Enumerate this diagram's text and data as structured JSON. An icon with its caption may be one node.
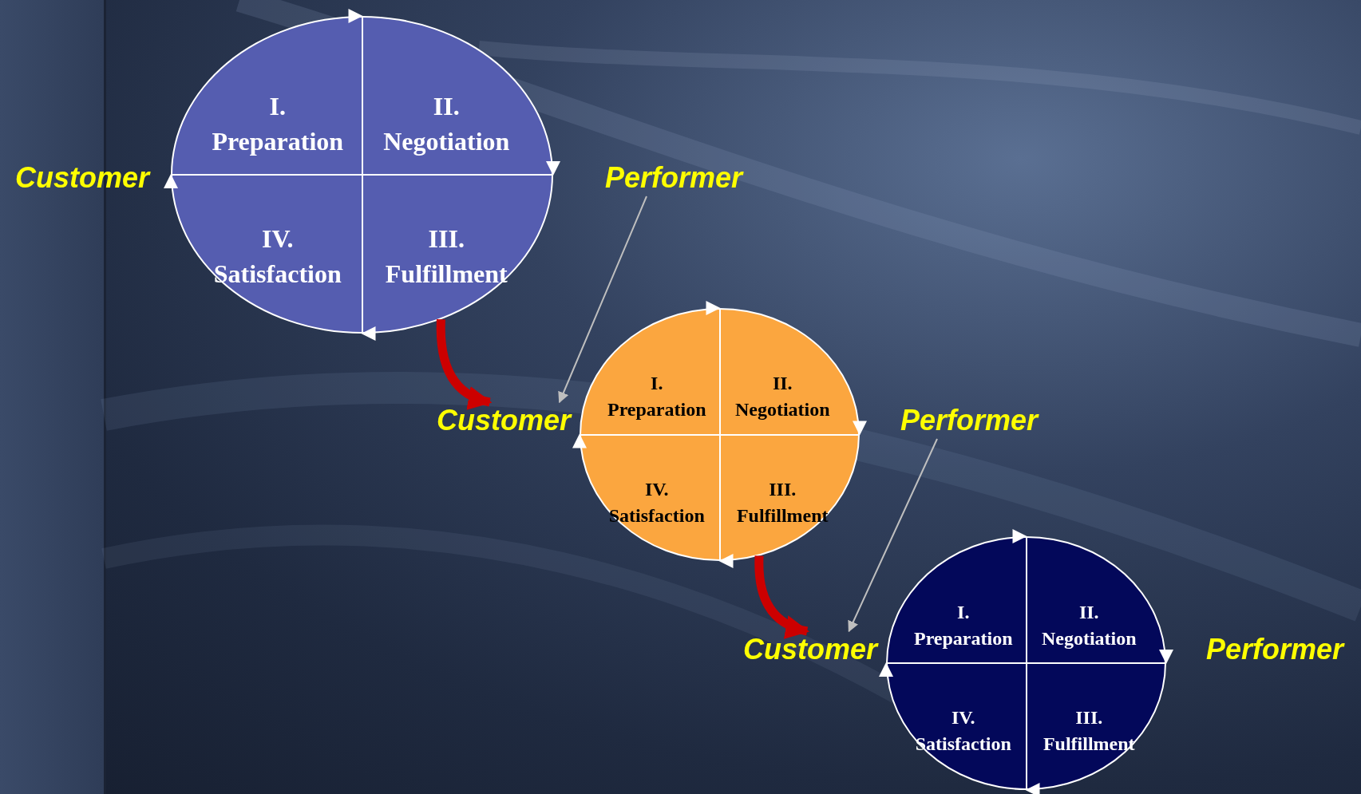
{
  "diagram": {
    "nodes": [
      {
        "text": [
          "Customer"
        ]
      },
      {
        "text": [],
        "shape": "ellipse"
      },
      {
        "text": [
          "I. Preparation"
        ],
        "in": 1
      },
      {
        "text": [
          "II. Negotiation"
        ],
        "in": 1
      },
      {
        "text": [
          "IV. Satisfaction"
        ],
        "in": 1
      },
      {
        "text": [
          "III. Fulfillment"
        ],
        "in": 1
      },
      {
        "text": [
          "Performer"
        ]
      },
      {
        "text": [
          "Customer"
        ]
      },
      {
        "text": [],
        "shape": "ellipse"
      },
      {
        "text": [
          "I. Preparation"
        ],
        "in": 8
      },
      {
        "text": [
          "II. Negotiation"
        ],
        "in": 8
      },
      {
        "text": [
          "IV. Satisfaction"
        ],
        "in": 8
      },
      {
        "text": [
          "III. Fulfillment"
        ],
        "in": 8
      },
      {
        "text": [
          "Performer"
        ]
      },
      {
        "text": [
          "Customer"
        ]
      },
      {
        "text": [],
        "shape": "ellipse"
      },
      {
        "text": [
          "I. Preparation"
        ],
        "in": 15
      },
      {
        "text": [
          "II. Negotiation"
        ],
        "in": 15
      },
      {
        "text": [
          "IV. Satisfaction"
        ],
        "in": 15
      },
      {
        "text": [
          "III. Fulfillment"
        ],
        "in": 15
      },
      {
        "text": [
          "Performer"
        ]
      }
    ],
    "edges": [
      {
        "from": 6,
        "to": 7,
        "arrow": "to",
        "color": "#bfbfbf"
      },
      {
        "from": 13,
        "to": 14,
        "arrow": "to",
        "color": "#bfbfbf"
      },
      {
        "from": 1,
        "to": 7,
        "arrow": "to",
        "style": "thick",
        "color": "#cc0000"
      },
      {
        "from": 8,
        "to": 14,
        "arrow": "to",
        "style": "thick",
        "color": "#cc0000"
      }
    ]
  }
}
